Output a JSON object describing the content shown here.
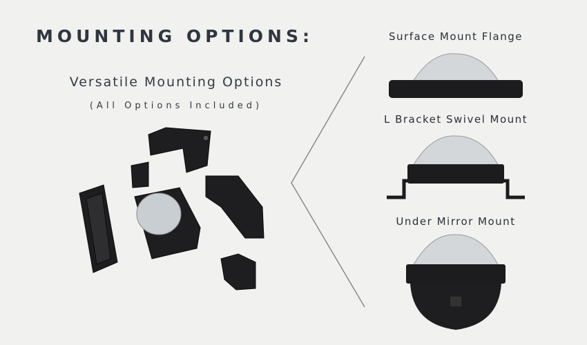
{
  "header": {
    "title": "MOUNTING OPTIONS:"
  },
  "intro": {
    "subtitle": "Versatile Mounting Options",
    "note": "(All Options Included)"
  },
  "options": [
    {
      "label": "Surface Mount Flange"
    },
    {
      "label": "L Bracket Swivel Mount"
    },
    {
      "label": "Under Mirror Mount"
    }
  ],
  "colors": {
    "background": "#f1f1f0",
    "text": "#2f3640",
    "product": "#1c1c1e",
    "lens": "#cfd4d8"
  }
}
